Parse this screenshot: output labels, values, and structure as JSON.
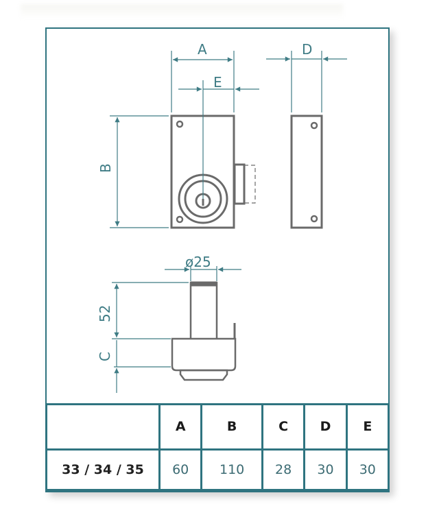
{
  "drawing": {
    "labels": {
      "a": "A",
      "b": "B",
      "c": "C",
      "d": "D",
      "e": "E",
      "diameter": "ø25",
      "depth": "52"
    }
  },
  "table": {
    "headers": [
      "",
      "A",
      "B",
      "C",
      "D",
      "E"
    ],
    "rows": [
      {
        "model": "33 / 34 / 35",
        "A": "60",
        "B": "110",
        "C": "28",
        "D": "30",
        "E": "30"
      }
    ]
  },
  "colors": {
    "frame": "#2f7480",
    "dimension": "#3f7c85",
    "part": "#6a6a6a"
  }
}
